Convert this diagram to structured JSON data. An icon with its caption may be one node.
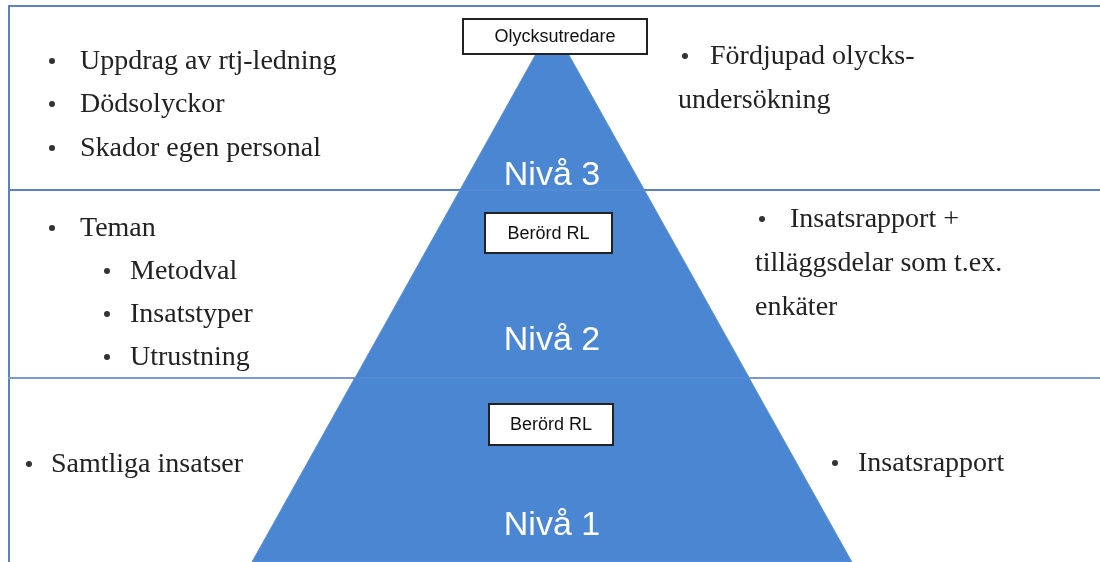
{
  "diagram": {
    "nodes": [
      {
        "text": [
          "Nivå 3"
        ]
      },
      {
        "text": [
          "Olycksutredare"
        ]
      },
      {
        "text": [
          "Nivå 2"
        ]
      },
      {
        "text": [
          "Berörd RL"
        ],
        "in": 2
      },
      {
        "text": [
          "Nivå 1"
        ]
      },
      {
        "text": [
          "Berörd RL"
        ],
        "in": 4
      }
    ],
    "labels": [
      "Uppdrag av rtj-ledning",
      "Dödsolyckor",
      "Skador egen personal",
      "Fördjupad olycks- undersökning",
      "Teman",
      "Metodval",
      "Insatstyper",
      "Utrustning",
      "Insatsrapport + tilläggsdelar som t.ex. enkäter",
      "Samtliga insatser",
      "Insatsrapport"
    ]
  }
}
